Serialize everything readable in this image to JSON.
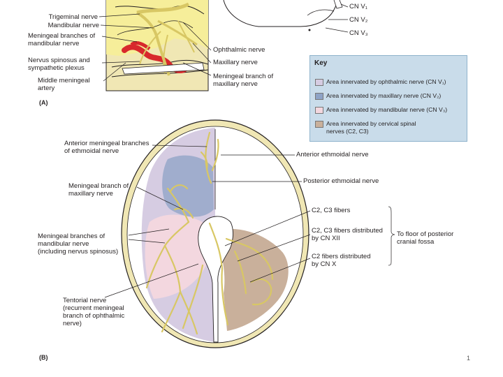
{
  "panels": {
    "a": "(A)",
    "b": "(B)"
  },
  "cn_labels": {
    "v1": "CN V₁",
    "v2": "CN V₂",
    "v3": "CN V₃"
  },
  "labels_a": {
    "trigeminal": "Trigeminal nerve",
    "mandibular": "Mandibular nerve",
    "meningeal_mandibular": "Meningeal branches of\nmandibular nerve",
    "nervus_spinosus": "Nervus spinosus and\nsympathetic plexus",
    "middle_meningeal": "Middle meningeal\nartery",
    "ophthalmic": "Ophthalmic nerve",
    "maxillary": "Maxillary nerve",
    "meningeal_maxillary": "Meningeal branch of\nmaxillary nerve"
  },
  "key": {
    "title": "Key",
    "items": [
      {
        "text": "Area innervated by ophthalmic nerve (CN V₁)",
        "color": "#d6cce2"
      },
      {
        "text": "Area innervated by maxillary nerve (CN V₂)",
        "color": "#8ea3c6"
      },
      {
        "text": "Area innervated by mandibular nerve (CN V₃)",
        "color": "#f3d7df"
      },
      {
        "text": "Area innervated by cervical spinal\nnerves (C2, C3)",
        "color": "#c9b09b"
      }
    ]
  },
  "labels_b": {
    "anterior_meningeal": "Anterior meningeal branches\nof ethmoidal nerve",
    "meningeal_maxillary": "Meningeal branch of\nmaxillary nerve",
    "meningeal_mandibular": "Meningeal branches of\nmandibular nerve\n(including nervus spinosus)",
    "tentorial": "Tentorial nerve\n(recurrent meningeal\nbranch of ophthalmic\nnerve)",
    "anterior_ethmoidal": "Anterior ethmoidal nerve",
    "posterior_ethmoidal": "Posterior ethmoidal nerve",
    "c2c3": "C2, C3 fibers",
    "c2c3_cnxii": "C2, C3 fibers distributed\nby CN XII",
    "c2_cnx": "C2 fibers distributed\nby CN X",
    "floor": "To floor of posterior\ncranial fossa"
  },
  "page_number": "1",
  "colors": {
    "nerve": "#d8c764",
    "bone": "#f0e7b4",
    "artery": "#d8282c",
    "line": "#231f20"
  }
}
